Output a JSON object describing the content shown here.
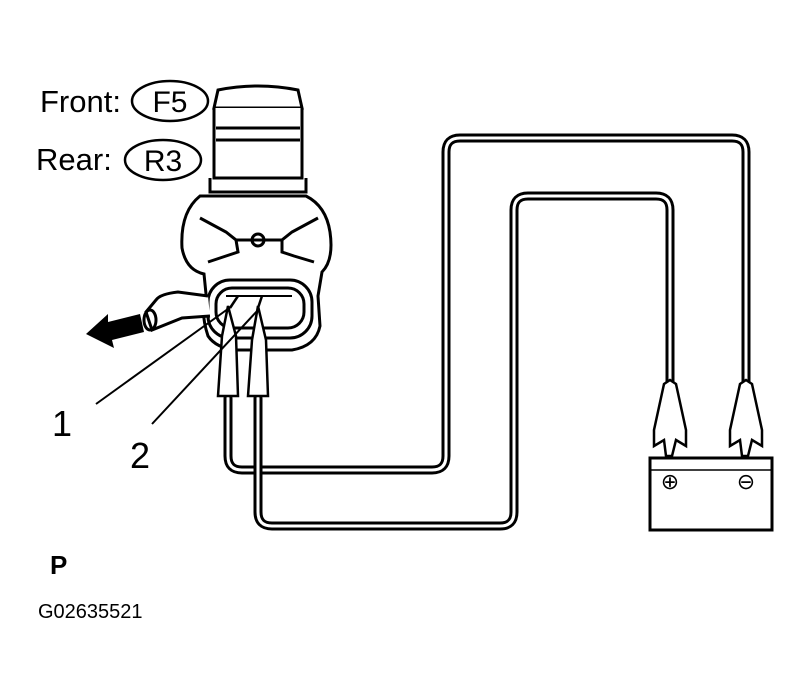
{
  "labels": {
    "front": "Front:",
    "rear": "Rear:",
    "front_code": "F5",
    "rear_code": "R3",
    "terminal_1": "1",
    "terminal_2": "2",
    "battery_plus": "⊕",
    "battery_minus": "⊖",
    "page_mark": "P",
    "figure_id": "G02635521"
  },
  "colors": {
    "ink": "#000000",
    "background": "#ffffff"
  },
  "icons": {
    "flow_direction": "arrow-left-icon",
    "battery": "battery-icon"
  }
}
